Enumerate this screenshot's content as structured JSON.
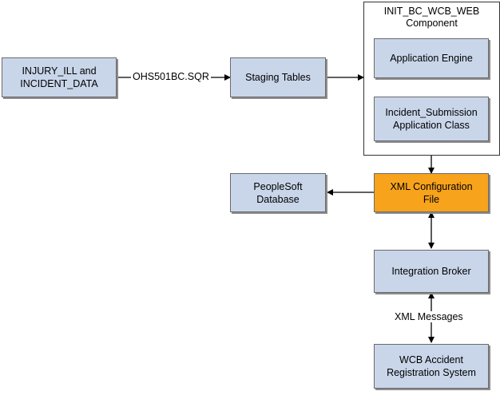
{
  "nodes": {
    "injury": "INJURY_ILL and\nINCIDENT_DATA",
    "staging": "Staging Tables",
    "component_title": "INIT_BC_WCB_WEB\nComponent",
    "app_engine": "Application Engine",
    "incident_class": "Incident_Submission\nApplication Class",
    "xml_config": "XML Configuration\nFile",
    "peoplesoft_db": "PeopleSoft\nDatabase",
    "integration_broker": "Integration Broker",
    "wcb_system": "WCB Accident\nRegistration System"
  },
  "edge_labels": {
    "sqr": "OHS501BC.SQR",
    "xml_messages": "XML Messages"
  },
  "colors": {
    "box_fill": "#c9d6ea",
    "highlight_fill": "#f8a31c",
    "border": "#6a6a6a"
  }
}
